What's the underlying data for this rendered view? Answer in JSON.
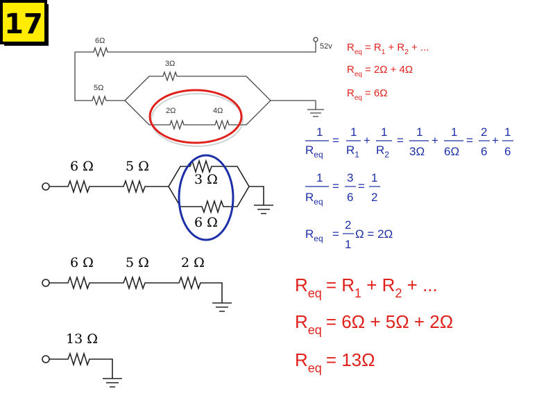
{
  "badge": {
    "number": "17"
  },
  "colors": {
    "red": "#e0201b",
    "blue": "#1c2fa8",
    "badge_yellow": "#ffec00",
    "wire": "#222222",
    "top_wire": "#888888"
  },
  "top_circuit": {
    "r_6": "6Ω",
    "r_5": "5Ω",
    "r_3": "3Ω",
    "r_2": "2Ω",
    "r_4": "4Ω",
    "voltage": "52v"
  },
  "circuit2": {
    "r_6": "6 Ω",
    "r_5": "5 Ω",
    "r_3": "3 Ω",
    "r_6b": "6 Ω"
  },
  "circuit3": {
    "r_6": "6 Ω",
    "r_5": "5 Ω",
    "r_2": "2 Ω"
  },
  "circuit4": {
    "r_13": "13 Ω"
  },
  "series_top": {
    "line1": {
      "lhs": "R",
      "lhs_sub": "eq",
      "rhs": "= R",
      "s1": "1",
      "mid": " + R",
      "s2": "2",
      "tail": " + ..."
    },
    "line2": {
      "lhs": "R",
      "lhs_sub": "eq",
      "rhs": "= 2Ω + 4Ω"
    },
    "line3": {
      "lhs": "R",
      "lhs_sub": "eq",
      "rhs": "= 6Ω"
    }
  },
  "parallel": {
    "one": "1",
    "req_R": "R",
    "req_sub": "eq",
    "r1_R": "R",
    "r1_sub": "1",
    "r2_R": "R",
    "r2_sub": "2",
    "d_3ohm": "3Ω",
    "d_6ohm": "6Ω",
    "n_2": "2",
    "d_6": "6",
    "n_1": "1",
    "d_6b": "6",
    "line2": {
      "n_3": "3",
      "d_6": "6",
      "n_1": "1",
      "d_2": "2"
    },
    "line3": {
      "lhs": "R",
      "lhs_sub": "eq",
      "n_2": "2",
      "d_1": "1",
      "tail": "Ω = 2Ω"
    },
    "eq": "=",
    "plus": "+"
  },
  "series_bottom": {
    "line1": {
      "lhs": "R",
      "lhs_sub": "eq",
      "rhs": "= R",
      "s1": "1",
      "mid": " + R",
      "s2": "2",
      "tail": " + ..."
    },
    "line2": {
      "lhs": "R",
      "lhs_sub": "eq",
      "rhs": "= 6Ω + 5Ω + 2Ω"
    },
    "line3": {
      "lhs": "R",
      "lhs_sub": "eq",
      "rhs": "= 13Ω"
    }
  }
}
